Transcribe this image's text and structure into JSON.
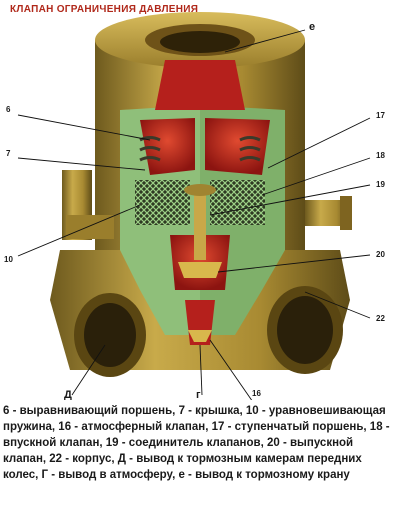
{
  "title": "КЛАПАН ОГРАНИЧЕНИЯ ДАВЛЕНИЯ",
  "callouts": {
    "e": "е",
    "n6": "6",
    "n7": "7",
    "n10": "10",
    "n17": "17",
    "n18": "18",
    "n19": "19",
    "n20": "20",
    "n22": "22",
    "d": "Д",
    "g": "г",
    "n16": "16"
  },
  "caption": "6 - выравнивающий поршень, 7 - крышка, 10 - уравновешивающая пружина, 16 - атмосферный клапан, 17 - ступенчатый поршень, 18 - впускной клапан, 19 - соединитель клапанов, 20 - выпускной клапан, 22 - корпус, Д - вывод к тормозным камерам передних колес, Г - вывод в атмосферу, е - вывод к тормозному крану",
  "colors": {
    "body_brass": "#b89a3c",
    "cutaway_green": "#8fbf7a",
    "cavity_red": "#b5201c",
    "spring_dark": "#3a3a2a"
  }
}
